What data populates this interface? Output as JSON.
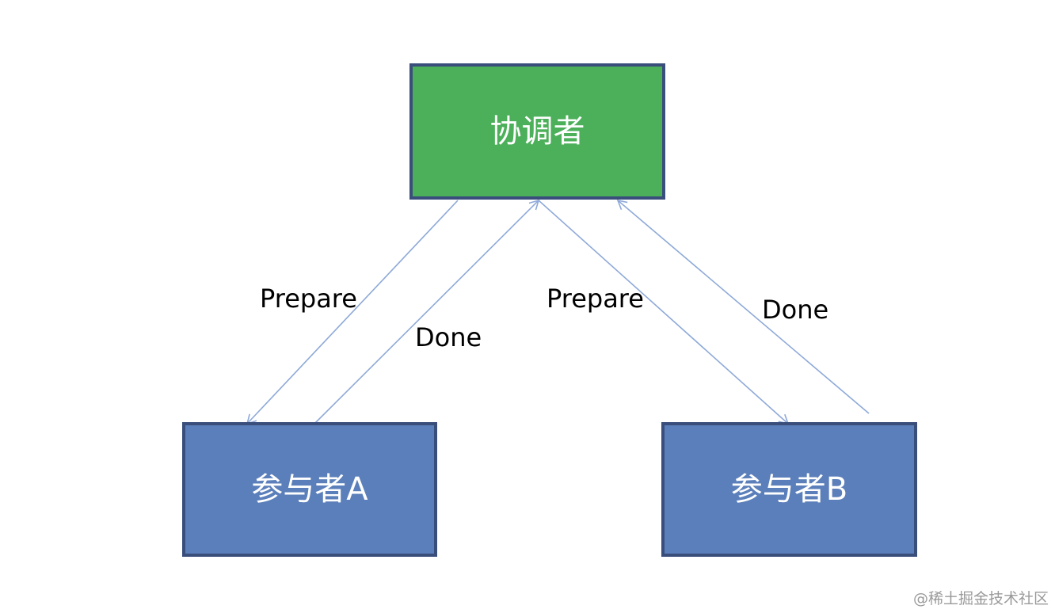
{
  "diagram": {
    "nodes": [
      {
        "id": "coordinator",
        "label": "协调者",
        "fill": "#4caf5a"
      },
      {
        "id": "participant-a",
        "label": "参与者A",
        "fill": "#5b7fba"
      },
      {
        "id": "participant-b",
        "label": "参与者B",
        "fill": "#5b7fba"
      }
    ],
    "edges": [
      {
        "from": "coordinator",
        "to": "participant-a",
        "label": "Prepare"
      },
      {
        "from": "participant-a",
        "to": "coordinator",
        "label": "Done"
      },
      {
        "from": "coordinator",
        "to": "participant-b",
        "label": "Prepare"
      },
      {
        "from": "participant-b",
        "to": "coordinator",
        "label": "Done"
      }
    ],
    "colors": {
      "border": "#3a4e7c",
      "edge": "#8ea9d8",
      "coordinator_fill": "#4caf5a",
      "participant_fill": "#5b7fba"
    }
  },
  "watermark": "@稀土掘金技术社区"
}
